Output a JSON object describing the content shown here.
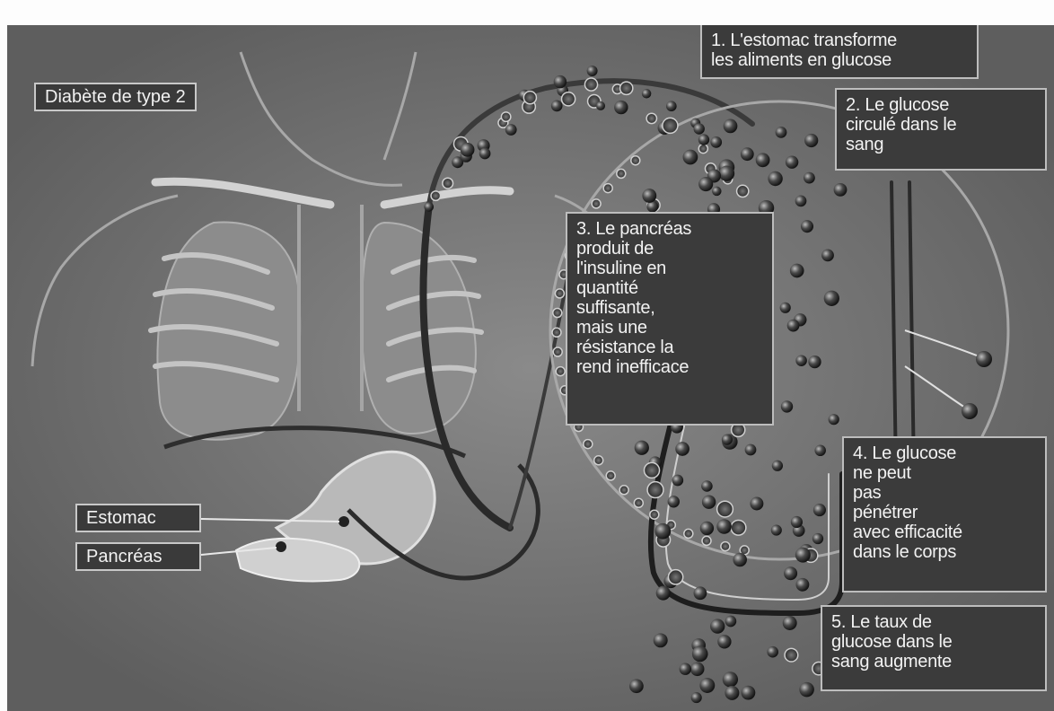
{
  "title": "Diabète de type 2",
  "steps": [
    "1. L'estomac transforme\nles aliments en glucose",
    "2. Le glucose\ncirculé dans le\nsang",
    "3. Le pancréas\nproduit de\nl'insuline en\nquantité\nsuffisante,\nmais une\nrésistance la\nrend inefficace",
    "4. Le glucose\nne peut\npas\npénétrer\navec efficacité\ndans le corps",
    "5. Le taux de\nglucose dans le\nsang augmente"
  ],
  "organ_labels": {
    "stomach": "Estomac",
    "pancreas": "Pancréas"
  },
  "colors": {
    "background": "#6f6f6f",
    "box": "#3b3b3b",
    "text": "#f2f2f2"
  }
}
